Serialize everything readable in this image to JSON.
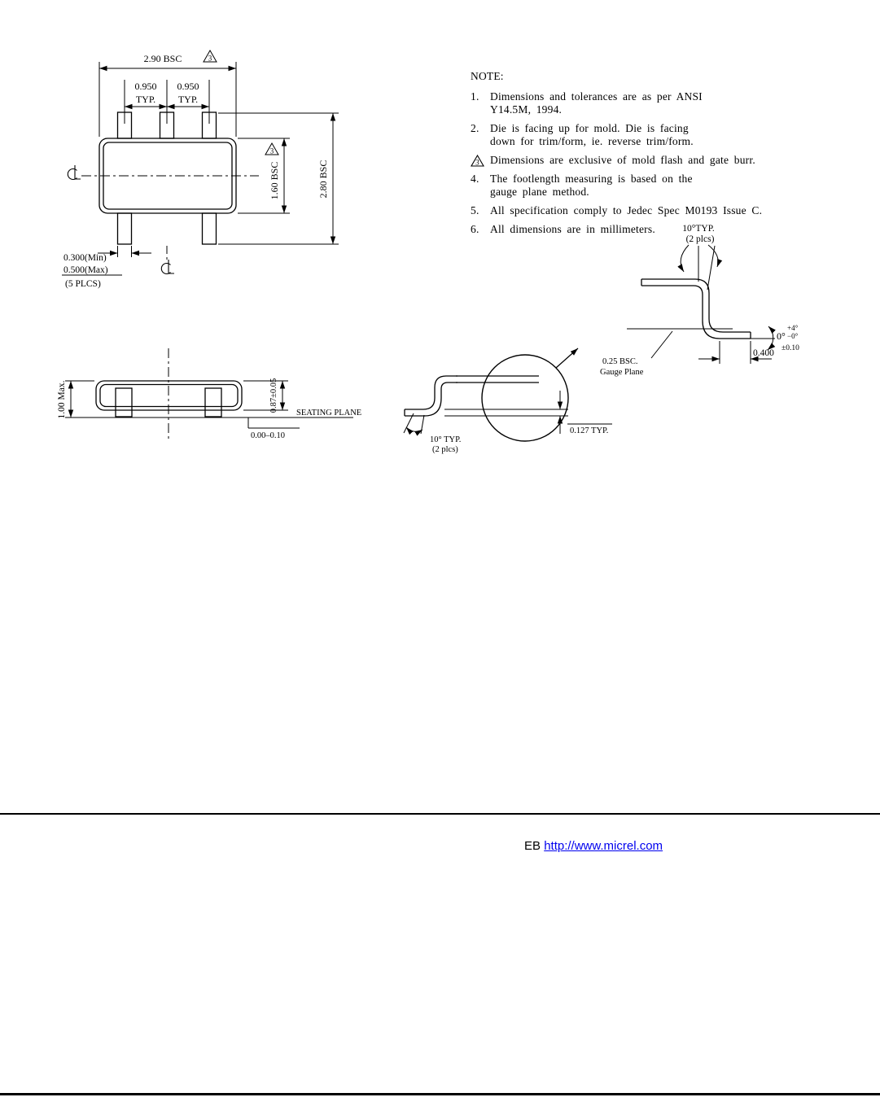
{
  "colors": {
    "ink": "#000000",
    "link": "#0000ee",
    "bg": "#ffffff"
  },
  "notes": {
    "title": "NOTE:",
    "items": [
      {
        "marker": "1.",
        "line1": "Dimensions and tolerances are as per ANSI",
        "line2": "Y14.5M, 1994."
      },
      {
        "marker": "2.",
        "line1": "Die is facing up for mold. Die is facing",
        "line2": "down for trim/form, ie. reverse trim/form."
      },
      {
        "marker": "3",
        "line1": "Dimensions are exclusive of mold flash and gate burr."
      },
      {
        "marker": "4.",
        "line1": "The footlength measuring is based on the",
        "line2": "gauge plane method."
      },
      {
        "marker": "5.",
        "line1": "All specification comply to Jedec Spec M0193 Issue C."
      },
      {
        "marker": "6.",
        "line1": "All dimensions are in millimeters."
      }
    ]
  },
  "top_view": {
    "dim_width": "2.90 BSC",
    "flag": "3",
    "pitch_left": "0.950",
    "pitch_right": "0.950",
    "typ_left": "TYP.",
    "typ_right": "TYP.",
    "dim_body": "1.60 BSC",
    "dim_overall": "2.80 BSC",
    "lead_min": "0.300(Min)",
    "lead_max": "0.500(Max)",
    "lead_plcs": "(5 PLCS)"
  },
  "side_view": {
    "height_max": "1.00 Max.",
    "body_thickness": "0.87±0.05",
    "seating_plane": "SEATING PLANE",
    "standoff": "0.00–0.10"
  },
  "lead_detail": {
    "top_angle": "10°TYP.",
    "top_angle_plcs": "(2 plcs)",
    "angle_base": "0°",
    "angle_plus": "+4°",
    "angle_minus": "−0°",
    "foot_length": "0.400",
    "foot_tol": "±0.10",
    "gauge_dim": "0.25 BSC.",
    "gauge_label": "Gauge Plane",
    "thickness": "0.127 TYP.",
    "bottom_angle": "10° TYP.",
    "bottom_angle_plcs": "(2 plcs)"
  },
  "footer": {
    "prefix": "EB",
    "link_text": "http://www.micrel.com"
  }
}
